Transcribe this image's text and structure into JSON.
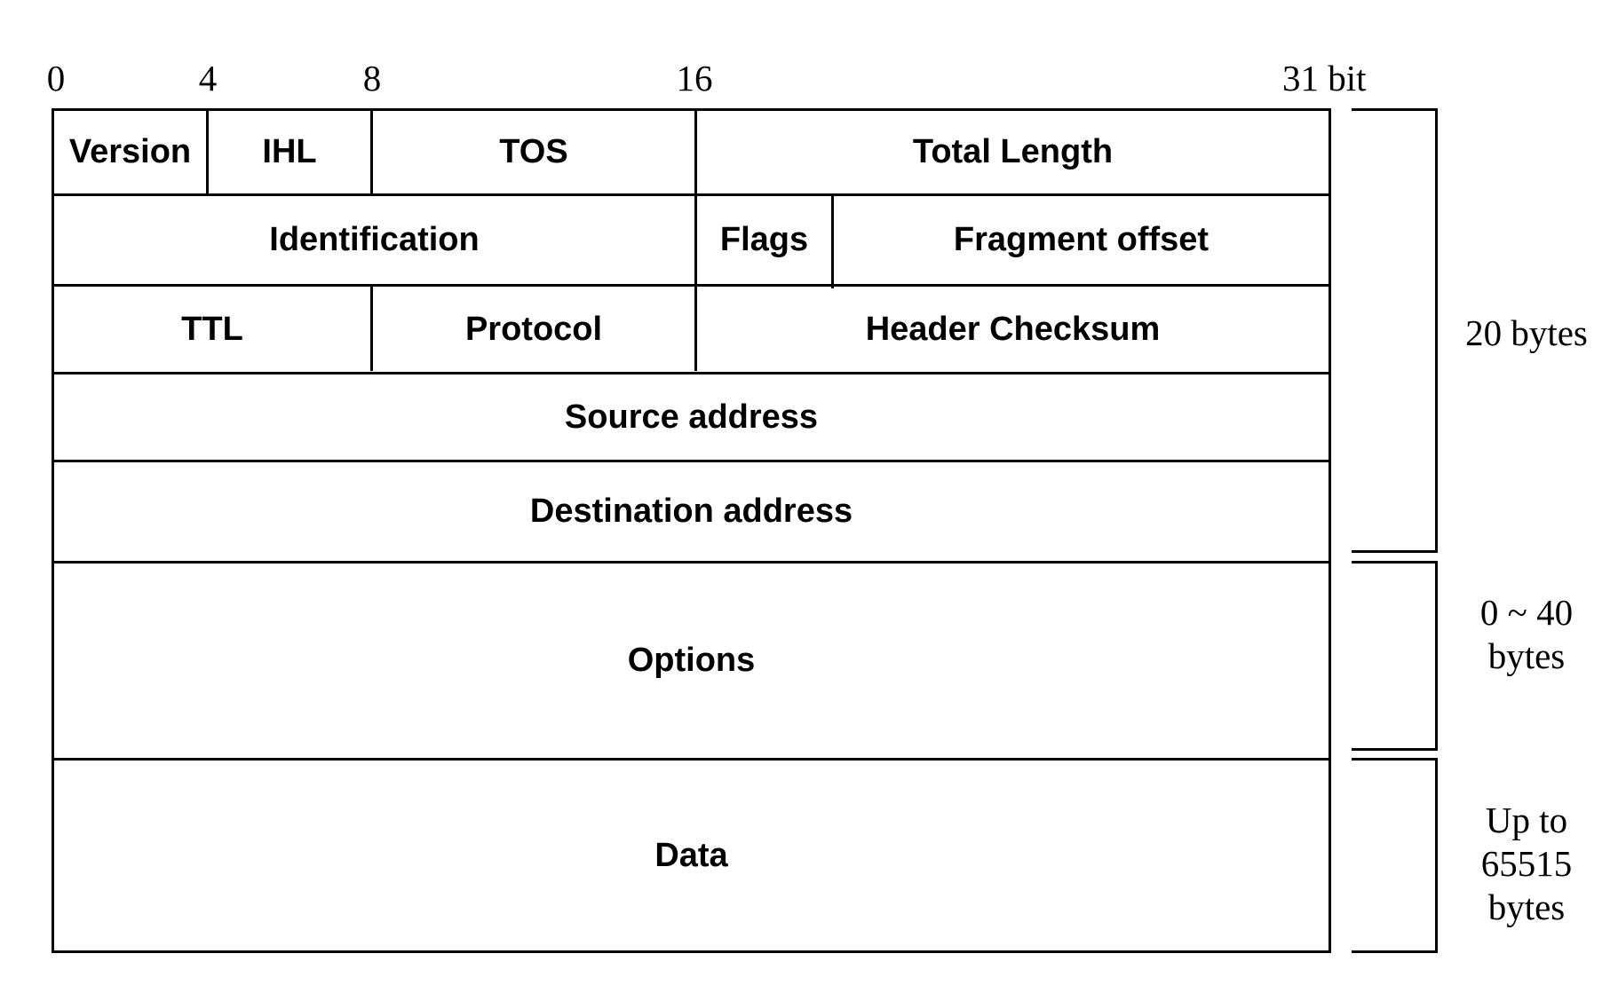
{
  "bit_ticks": [
    "0",
    "4",
    "8",
    "16",
    "31 bit"
  ],
  "fields": {
    "version": "Version",
    "ihl": "IHL",
    "tos": "TOS",
    "total_length": "Total Length",
    "identification": "Identification",
    "flags": "Flags",
    "fragment_offset": "Fragment offset",
    "ttl": "TTL",
    "protocol": "Protocol",
    "header_checksum": "Header Checksum",
    "source_address": "Source address",
    "destination_address": "Destination address",
    "options": "Options",
    "data": "Data"
  },
  "sizes": {
    "header": [
      "20 bytes"
    ],
    "options": [
      "0 ~ 40",
      "bytes"
    ],
    "data": [
      "Up to",
      "65515",
      "bytes"
    ]
  }
}
